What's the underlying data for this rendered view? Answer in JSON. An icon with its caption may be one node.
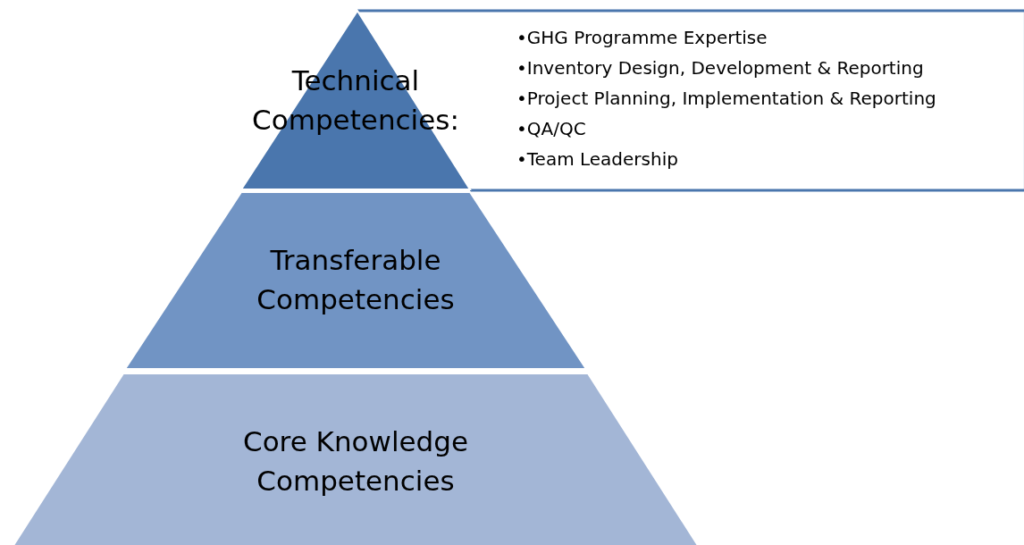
{
  "diagram": {
    "nodes": [
      {
        "text": [
          "Technical Competencies:"
        ]
      },
      {
        "text": [
          "•GHG Programme Expertise",
          "•Inventory Design, Development & Reporting",
          "•Project Planning, Implementation & Reporting",
          "•QA/QC",
          "•Team Leadership"
        ]
      },
      {
        "text": [
          "Transferable Competencies"
        ]
      },
      {
        "text": [
          "Core Knowledge Competencies"
        ]
      }
    ]
  }
}
